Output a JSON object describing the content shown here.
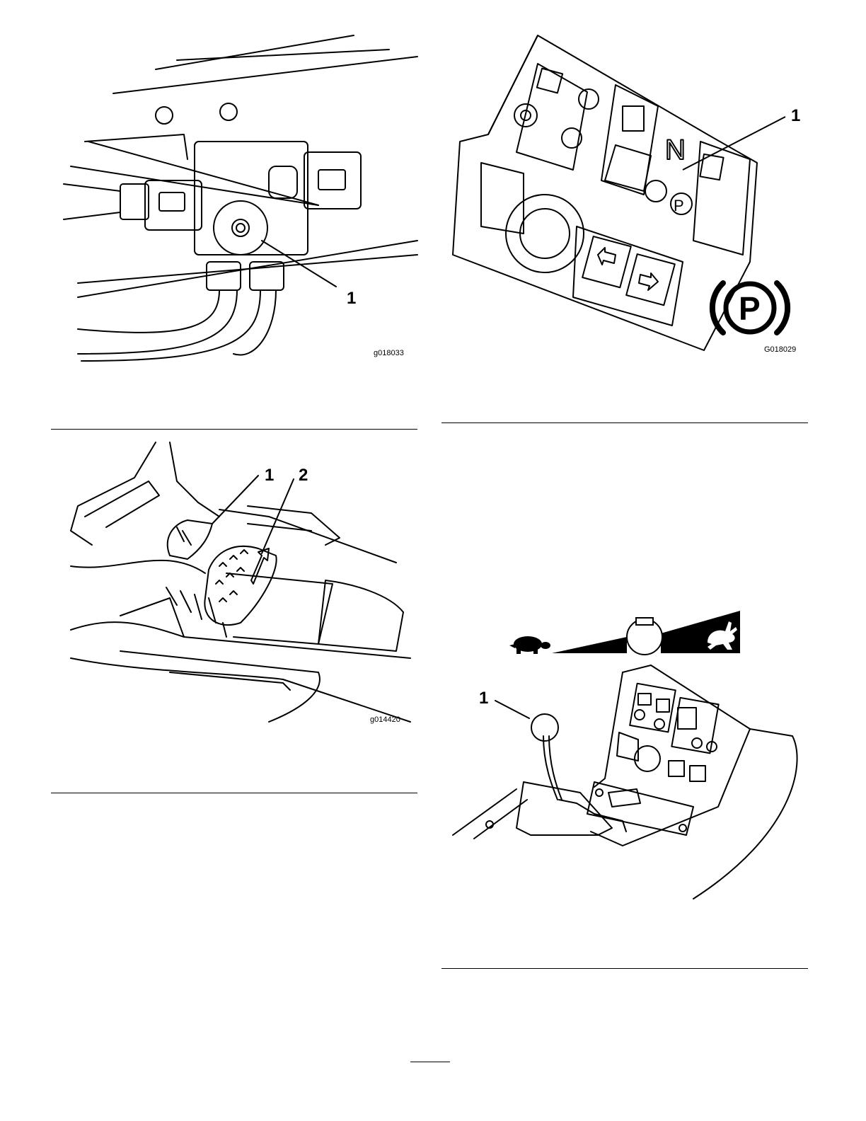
{
  "figures": {
    "valve": {
      "code": "g018033",
      "callouts": [
        "1"
      ]
    },
    "control_panel": {
      "code": "G018029",
      "callouts": [
        "1"
      ],
      "icons": [
        "parking-brake-icon"
      ]
    },
    "pedals": {
      "code": "g014420",
      "callouts": [
        "1",
        "2"
      ]
    },
    "throttle": {
      "code": "",
      "callouts": [
        "1"
      ],
      "icons": [
        "turtle-icon",
        "rabbit-icon"
      ]
    }
  }
}
